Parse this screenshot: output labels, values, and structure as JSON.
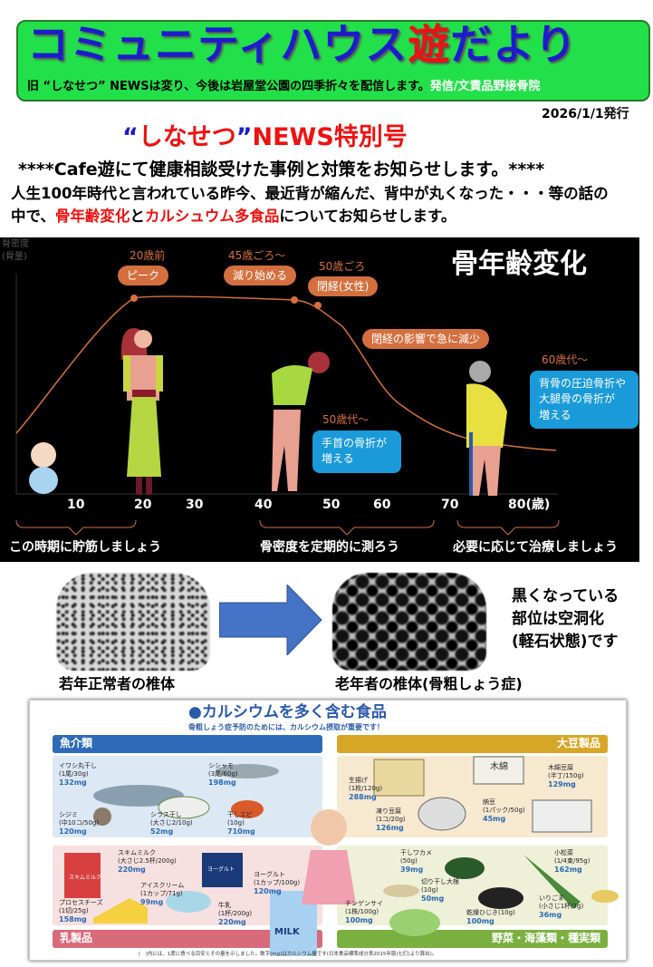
{
  "banner": {
    "title_main": "コミュニティハウス",
    "title_red": "遊",
    "title_tail": "だより",
    "subtitle": "旧 “しなせつ” NEWSは変り、今後は岩屋堂公園の四季折々を配信します。",
    "publisher": "発信/文責品野接骨院"
  },
  "date": "2026/1/1発行",
  "special": {
    "open_quote": "“",
    "name": "しなせつ",
    "close_quote": "”",
    "rest": "NEWS特別号"
  },
  "lead": "****Cafe遊にて健康相談受けた事例と対策をお知らせします。****",
  "para": {
    "line1": "人生100年時代と言われている昨今、最近背が縮んだ、背中が丸くなった・・・等の話の",
    "line2_a": "中で、",
    "line2_red1": "骨年齢変化",
    "line2_b": "と",
    "line2_red2": "カルシュウム多食品",
    "line2_c": "についてお知らせします。"
  },
  "bone_chart": {
    "title": "骨年齢変化",
    "y_label_1": "骨密度",
    "y_label_2": "(骨量)",
    "ticks": [
      "10",
      "20",
      "30",
      "40",
      "50",
      "60",
      "70",
      "80(歳)"
    ],
    "annotations": {
      "peak_age": "20歳前",
      "peak": "ピーク",
      "decline_age": "45歳ごろ〜",
      "decline": "減り始める",
      "meno_age": "50歳ごろ",
      "meno": "閉経(女性)",
      "drop": "閉経の影響で急に減少",
      "age50s": "50歳代〜",
      "wrist_1": "手首の骨折が",
      "wrist_2": "増える",
      "age60s": "60歳代〜",
      "spine_1": "背骨の圧迫骨折や",
      "spine_2": "大腿骨の骨折が",
      "spine_3": "増える"
    },
    "advice": [
      "この時期に貯筋しましょう",
      "骨密度を定期的に測ろう",
      "必要に応じて治療しましょう"
    ]
  },
  "bones": {
    "young_caption": "若年正常者の椎体",
    "old_caption": "老年者の椎体(骨粗しょう症)",
    "note": [
      "黒くなっている",
      "部位は空洞化",
      "(軽石状態)です"
    ]
  },
  "food": {
    "title": "●カルシウムを多く含む食品",
    "subtitle": "骨粗しょう症予防のためには、カルシウム摂取が重要です！",
    "sections": {
      "fish": "魚介類",
      "soy": "大豆製品",
      "dairy": "乳製品",
      "veg": "野菜・海藻類・種実類"
    },
    "fish": [
      {
        "name": "イワシ丸干し",
        "portion": "(1尾/30g)",
        "mg": "132mg"
      },
      {
        "name": "シシャモ",
        "portion": "(3尾/60g)",
        "mg": "198mg"
      },
      {
        "name": "シジミ",
        "portion": "(中10コ/50g)",
        "mg": "120mg"
      },
      {
        "name": "シラス干し",
        "portion": "(大さじ2/10g)",
        "mg": "52mg"
      },
      {
        "name": "干しエビ",
        "portion": "(10g)",
        "mg": "710mg"
      }
    ],
    "dairy": [
      {
        "name": "スキムミルク",
        "portion": "(大さじ2.5杯/200g)",
        "mg": "220mg"
      },
      {
        "name": "ヨーグルト",
        "portion": "(1カップ/100g)",
        "mg": "120mg"
      },
      {
        "name": "プロセスチーズ",
        "portion": "(1切/25g)",
        "mg": "158mg"
      },
      {
        "name": "アイスクリーム",
        "portion": "(1カップ/71g)",
        "mg": "99mg"
      },
      {
        "name": "牛乳",
        "portion": "(1杯/200g)",
        "mg": "220mg"
      }
    ],
    "soy": [
      {
        "name": "生揚げ",
        "portion": "(1枚/120g)",
        "mg": "288mg"
      },
      {
        "name": "木綿豆腐",
        "portion": "(半丁/150g)",
        "mg": "129mg"
      },
      {
        "name": "納豆",
        "portion": "(1パック/50g)",
        "mg": "45mg"
      },
      {
        "name": "凍り豆腐",
        "portion": "(1コ/20g)",
        "mg": "126mg"
      }
    ],
    "veg": [
      {
        "name": "干しワカメ",
        "portion": "(50g)",
        "mg": "39mg"
      },
      {
        "name": "小松菜",
        "portion": "(1/4束/95g)",
        "mg": "162mg"
      },
      {
        "name": "切り干し大根",
        "portion": "(10g)",
        "mg": "50mg"
      },
      {
        "name": "チンゲンサイ",
        "portion": "(1株/100g)",
        "mg": "100mg"
      },
      {
        "name": "乾燥ひじき(10g)",
        "portion": "",
        "mg": "100mg"
      },
      {
        "name": "いりごま",
        "portion": "(小さじ1杯/3g)",
        "mg": "36mg"
      }
    ],
    "labels": {
      "skim_pack": "スキムミルク",
      "yogurt_lid": "ヨーグルト",
      "milk_carton": "MILK",
      "tofu_pack": "木綿"
    },
    "footnote": "(　)内には、1度に食べる目安とその量を示しました。数字(mg)はカルシウム量です(日本食品標準成分表2015年版(七訂)より算出)。"
  }
}
